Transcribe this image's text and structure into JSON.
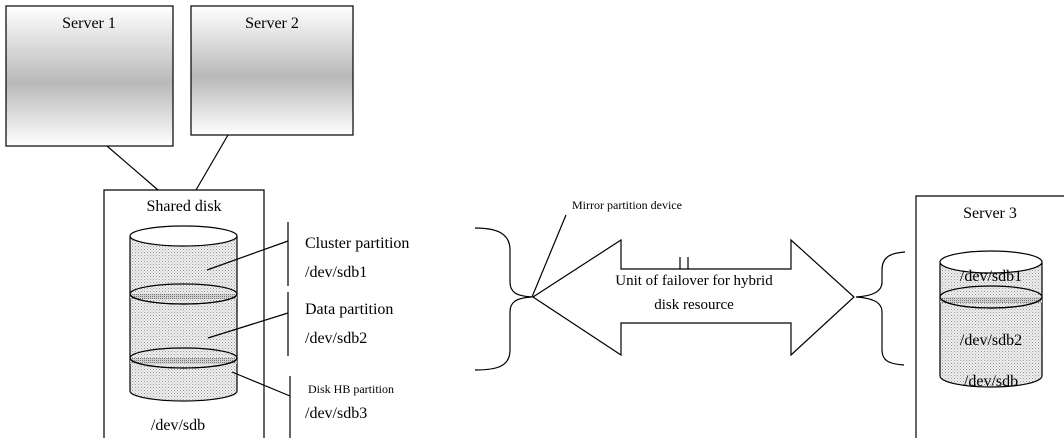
{
  "servers": {
    "server1": "Server 1",
    "server2": "Server 2",
    "server3": "Server 3"
  },
  "shared_disk": {
    "title": "Shared disk",
    "device": "/dev/sdb"
  },
  "partitions": {
    "cluster": {
      "name": "Cluster partition",
      "device": "/dev/sdb1"
    },
    "data": {
      "name": "Data partition",
      "device": "/dev/sdb2"
    },
    "disk_hb": {
      "name": "Disk HB partition",
      "device": "/dev/sdb3"
    }
  },
  "mirror": {
    "device_label": "Mirror partition device",
    "unit_line1": "Unit of failover for hybrid",
    "unit_line2": "disk resource"
  },
  "server3_disk": {
    "part1": "/dev/sdb1",
    "part2": "/dev/sdb2",
    "device": "/dev/sdb"
  }
}
